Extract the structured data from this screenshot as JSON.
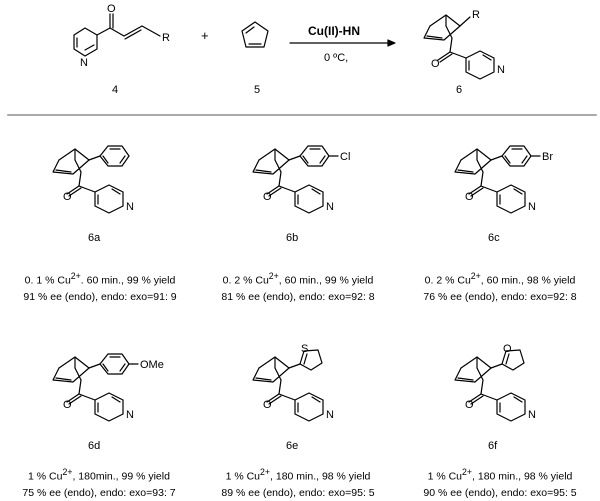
{
  "header": {
    "reagent": "Cu(II)-HN",
    "condition": "0 ºC,",
    "plus": "+",
    "r_group": "R",
    "compound_4": "4",
    "compound_5": "5",
    "compound_6": "6"
  },
  "atoms": {
    "oxygen": "O",
    "nitrogen": "N",
    "chlorine": "Cl",
    "bromine": "Br",
    "methoxy": "OMe",
    "sulfur": "S",
    "furan_oxygen": "O"
  },
  "products": [
    {
      "id": "6a",
      "line1_pre": "0. 1  % Cu",
      "line1_post": ". 60 min., 99 % yield",
      "line2": "91 % ee (endo), endo: exo=91: 9"
    },
    {
      "id": "6b",
      "line1_pre": "0. 2  % Cu",
      "line1_post": ", 60 min., 99 % yield",
      "line2": "81 % ee (endo), endo: exo=92: 8"
    },
    {
      "id": "6c",
      "line1_pre": "0. 2  % Cu",
      "line1_post": ", 60 min., 98 % yield",
      "line2": "76 % ee (endo), endo: exo=92: 8"
    },
    {
      "id": "6d",
      "line1_pre": "1  % Cu",
      "line1_post": ", 180min., 99 % yield",
      "line2": "75 % ee (endo), endo: exo=93: 7"
    },
    {
      "id": "6e",
      "line1_pre": "1  % Cu",
      "line1_post": ", 180 min., 98 % yield",
      "line2": "89 % ee (endo), endo: exo=95: 5"
    },
    {
      "id": "6f",
      "line1_pre": "1  % Cu",
      "line1_post": ", 180 min., 98 % yield",
      "line2": "90 % ee (endo), endo: exo=95: 5"
    }
  ],
  "charge": "2+"
}
